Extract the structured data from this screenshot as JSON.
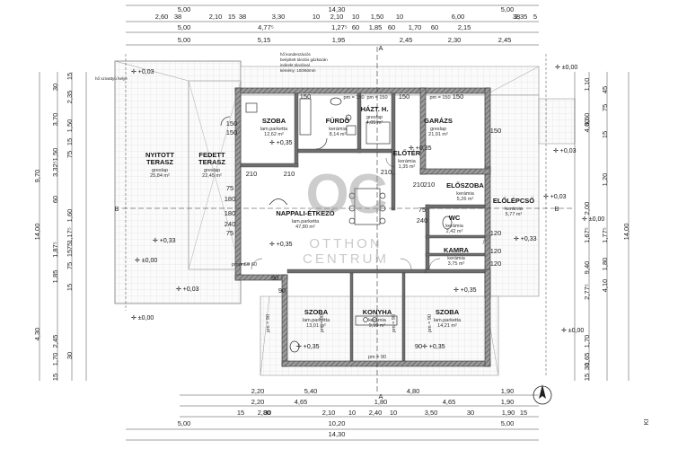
{
  "dimensions": {
    "top_row0": [
      "5,00",
      "14,30",
      "5,00"
    ],
    "top_row1": [
      "2,60",
      "38",
      "2,10",
      "15",
      "38",
      "3,30",
      "10",
      "2,10",
      "10",
      "1,50",
      "10",
      "6,00",
      "38",
      "2,35",
      "5"
    ],
    "top_row2": [
      "5,00",
      "4,77⁵",
      "1,27⁵",
      "60",
      "1,85",
      "60",
      "1,70",
      "60",
      "2,15"
    ],
    "top_row3": [
      "5,00",
      "5,15",
      "1,95",
      "2,45",
      "2,30",
      "2,45"
    ],
    "bottom_row1": [
      "2,20",
      "5,40",
      "4,80",
      "1,90"
    ],
    "bottom_row2": [
      "2,20",
      "4,65",
      "1,80",
      "4,65",
      "1,90"
    ],
    "bottom_row3": [
      "15",
      "30",
      "2,80",
      "2,10",
      "10",
      "2,40",
      "10",
      "3,50",
      "30",
      "1,90",
      "15"
    ],
    "bottom_row4": [
      "5,00",
      "10,20",
      "5,00"
    ],
    "bottom_row5": [
      "14,30"
    ],
    "left_outer": [
      "9,70",
      "14,00",
      "4,30"
    ],
    "left_inner": [
      "30",
      "3,70",
      "1,50",
      "3,32⁵",
      "60",
      "1,87⁵",
      "1,85",
      "2,45",
      "1,70",
      "15"
    ],
    "left_mid": [
      "15",
      "2,35",
      "1,50",
      "15",
      "75",
      "1,60",
      "1,17⁵",
      "75",
      "15",
      "75",
      "15",
      "30"
    ],
    "right_outer": [
      "14,00"
    ],
    "right_inner": [
      "1,10",
      "3,60",
      "4,60",
      "2,00",
      "1,67⁵",
      "9,40",
      "2,77⁵",
      "1,70",
      "1,65",
      "30",
      "15"
    ],
    "right_mid": [
      "45",
      "75",
      "15",
      "1,20",
      "1,77⁵",
      "1,80",
      "4,10"
    ]
  },
  "rooms": [
    {
      "name": "SZOBA",
      "floor": "lam.parketta",
      "area": "12,62 m²"
    },
    {
      "name": "FÜRDŐ",
      "floor": "kerámia",
      "area": "8,14 m²"
    },
    {
      "name": "HÁZT. H.",
      "floor": "greslap",
      "area": "4,05 m²"
    },
    {
      "name": "GARÁZS",
      "floor": "greslap",
      "area": "21,91 m²"
    },
    {
      "name": "ELŐTÉR",
      "floor": "kerámia",
      "area": "1,35 m²"
    },
    {
      "name": "NYITOTT",
      "name2": "TERASZ",
      "floor": "greslap",
      "area": "25,84 m²"
    },
    {
      "name": "FEDETT",
      "name2": "TERASZ",
      "floor": "greslap",
      "area": "22,45 m²"
    },
    {
      "name": "NAPPALI-ÉTKEZŐ",
      "floor": "lam.parketta",
      "area": "47,80 m²"
    },
    {
      "name": "ELŐSZOBA",
      "floor": "kerámia",
      "area": "5,26 m²"
    },
    {
      "name": "ELŐLÉPCSŐ",
      "floor": "kerámia",
      "area": "5,77 m²"
    },
    {
      "name": "WC",
      "floor": "kerámia",
      "area": "2,42 m²"
    },
    {
      "name": "KAMRA",
      "floor": "kerámia",
      "area": "3,75 m²"
    },
    {
      "name": "SZOBA",
      "floor": "lam.parketta",
      "area": "13,01 m²"
    },
    {
      "name": "KONYHA",
      "floor": "kerámia",
      "area": "9,90 m²"
    },
    {
      "name": "SZOBA",
      "floor": "lam.parketta",
      "area": "14,21 m²"
    }
  ],
  "levels": [
    "+0,03",
    "±0,00",
    "+0,35",
    "+0,35",
    "+0,35",
    "+0,35",
    "+0,35",
    "+0,35",
    "±0,00",
    "+0,03",
    "+0,33",
    "+0,33",
    "+0,03",
    "+0,03",
    "±0,00",
    "±0,00",
    "±0,00"
  ],
  "door_labels": [
    "pm = 150",
    "pm = 150",
    "pm = 150",
    "pm = 60",
    "pm = 60",
    "pm = 90",
    "pm = 90",
    "pm = 90",
    "pm = 90",
    "pm = 90"
  ],
  "wall_labels": [
    "150",
    "150",
    "150",
    "150",
    "150",
    "150",
    "210",
    "210",
    "210",
    "210",
    "210",
    "75",
    "75",
    "180",
    "180",
    "90",
    "90",
    "240",
    "240",
    "120",
    "120",
    "120",
    "75",
    "90"
  ],
  "section_labels": [
    "B",
    "B",
    "A",
    "A"
  ],
  "notes": {
    "header_note": "hő szivattyú helye",
    "equipment_note": [
      "hő kondenzációs",
      "beépített tárolós gázkazán",
      "indirekt tárolóval",
      "kémény: 100/60mm"
    ]
  },
  "watermark": {
    "logo": "OC",
    "line1": "OTTHON",
    "line2": "CENTRUM"
  },
  "edge_text": "KI"
}
